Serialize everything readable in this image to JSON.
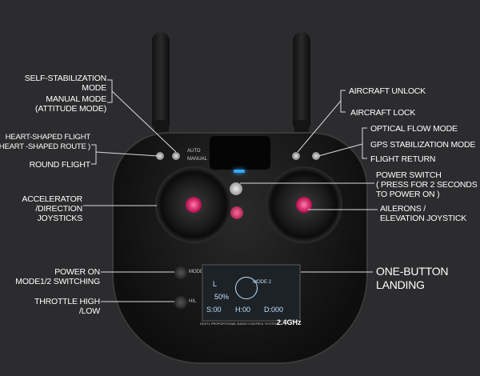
{
  "left_labels": {
    "self_stabilization": [
      "SELF-STABILIZATION",
      "MODE"
    ],
    "manual_mode": [
      "MANUAL MODE",
      "(ATTITUDE MODE)"
    ],
    "heart_flight": [
      "HEART-SHAPED FLIGHT",
      "( HEART -SHAPED ROUTE )"
    ],
    "round_flight": "ROUND FLIGHT",
    "accelerator": [
      "ACCELERATOR",
      "/DIRECTION",
      "JOYSTICKS"
    ],
    "power_on": [
      "POWER ON",
      "MODE1/2 SWITCHING"
    ],
    "throttle": [
      "THROTTLE HIGH",
      "/LOW"
    ]
  },
  "right_labels": {
    "unlock": "AIRCRAFT UNLOCK",
    "lock": "AIRCRAFT LOCK",
    "optical": "OPTICAL FLOW MODE",
    "gps": "GPS STABILIZATION MODE",
    "return": "FLIGHT RETURN",
    "power_switch": [
      "POWER SWITCH",
      "( PRESS FOR 2 SECONDS",
      "TO POWER ON )"
    ],
    "ailerons": [
      "AILERONS /",
      "ELEVATION JOYSTICK"
    ],
    "landing": [
      "ONE-BUTTON",
      "LANDING"
    ]
  },
  "controller": {
    "switch_auto": "AUTO",
    "switch_manual": "MANUAL",
    "mode_btn": "MODE",
    "hl_btn": "H/L",
    "screen": {
      "mode": "MODE 2",
      "l": "L",
      "throttle": "50%",
      "s": "S:00",
      "h": "H:00",
      "d": "D:000"
    },
    "band": "2.4GHz",
    "system_text": "DIGITL PROPORTIONAL RADIO CONTROL SYSTEM"
  }
}
